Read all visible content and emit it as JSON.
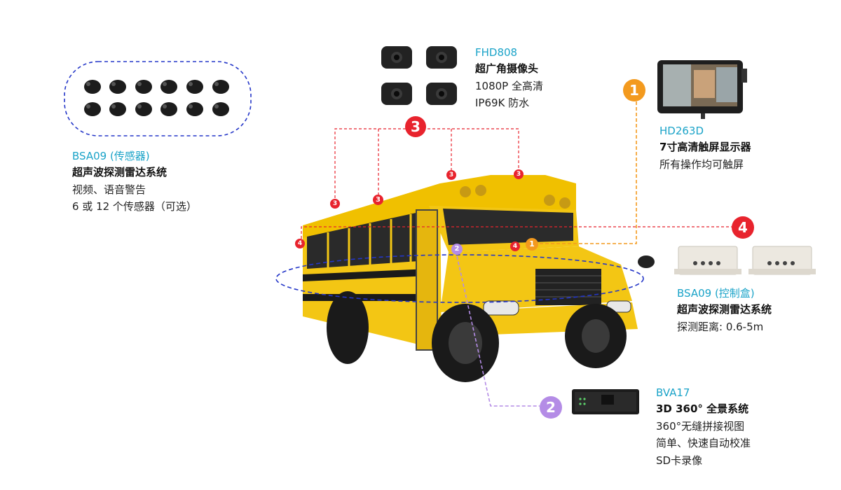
{
  "sensors_block": {
    "code": "BSA09 (传感器)",
    "title": "超声波探测雷达系统",
    "lines": [
      "视频、语音警告",
      "6 或 12 个传感器（可选）"
    ]
  },
  "camera_block": {
    "code": "FHD808",
    "title": "超广角摄像头",
    "lines": [
      "1080P 全高清",
      "IP69K 防水"
    ]
  },
  "monitor_block": {
    "code": "HD263D",
    "title": "7寸高清触屏显示器",
    "lines": [
      "所有操作均可触屏"
    ]
  },
  "controller_block": {
    "code": "BSA09 (控制盒)",
    "title": "超声波探测雷达系统",
    "lines": [
      "探测距离: 0.6-5m"
    ]
  },
  "bva_block": {
    "code": "BVA17",
    "title": "3D 360° 全景系统",
    "lines": [
      "360°无缝拼接视图",
      "简单、快速自动校准",
      "SD卡录像"
    ]
  },
  "markers": {
    "one": "1",
    "two": "2",
    "three": "3",
    "four": "4"
  },
  "colors": {
    "cyan_text": "#1aa3c8",
    "red_marker": "#e8232d",
    "orange_marker": "#f39a1e",
    "purple_marker": "#b48ce6",
    "blue_dash": "#2436c8",
    "bus_yellow": "#f3c614"
  },
  "icons": {
    "sensor": "ultrasonic-sensor-icon",
    "camera": "camera-icon",
    "monitor": "monitor-icon",
    "controller": "control-box-icon",
    "bva": "dvr-box-icon",
    "bus": "school-bus-image"
  }
}
